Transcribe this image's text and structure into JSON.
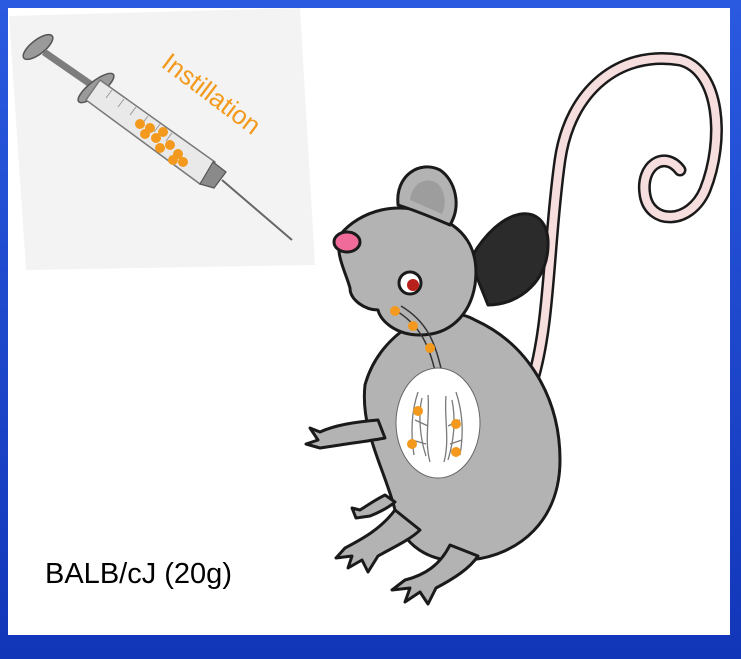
{
  "slide": {
    "syringe_label": "Instillation",
    "strain_label": "BALB/cJ (20g)"
  },
  "colors": {
    "frame": "#1a44c8",
    "background": "#ffffff",
    "particle": "#f39a1e",
    "label_orange": "#f39a1e",
    "mouse_body": "#b3b3b3",
    "mouse_outline": "#1a1a1a",
    "ear_inner": "#2b2b2b",
    "tail": "#f7dede",
    "nose": "#f06a9a",
    "eye": "#b8211b"
  },
  "icons": [
    "syringe-icon",
    "mouse-illustration",
    "lung-xray-icon"
  ]
}
